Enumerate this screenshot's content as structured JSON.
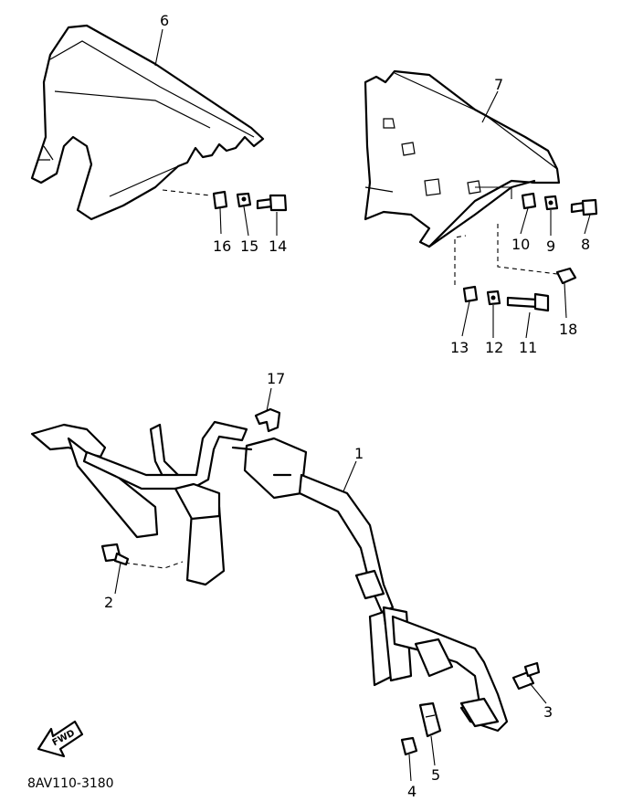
{
  "diagram": {
    "drawing_code": "8AV110-3180",
    "direction_marker": "FWD",
    "callouts": [
      "1",
      "2",
      "3",
      "4",
      "5",
      "6",
      "7",
      "8",
      "9",
      "10",
      "11",
      "12",
      "13",
      "14",
      "15",
      "16",
      "17",
      "18"
    ]
  }
}
